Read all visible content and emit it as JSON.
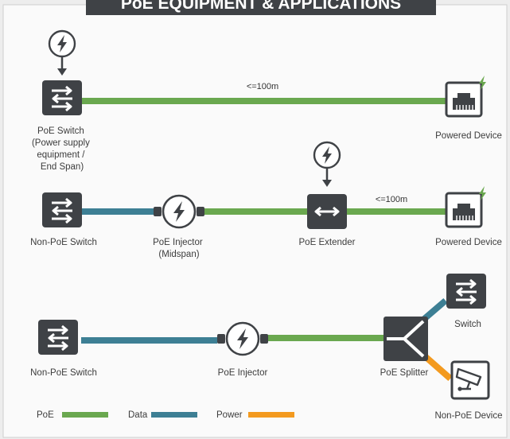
{
  "title": "PoE EQUIPMENT & APPLICATIONS",
  "colors": {
    "poe": "#6aa84f",
    "data": "#3d7f94",
    "power": "#f39a1f",
    "device": "#3f4246",
    "background": "#ededed",
    "card": "#fafafa"
  },
  "row1": {
    "switch_label": [
      "PoE Switch",
      "(Power supply",
      "equipment /",
      "End Span)"
    ],
    "distance": "<=100m",
    "device_label": "Powered Device"
  },
  "row2": {
    "switch_label": "Non-PoE Switch",
    "injector_label": [
      "PoE Injector",
      "(Midspan)"
    ],
    "extender_label": "PoE Extender",
    "distance": "<=100m",
    "device_label": "Powered Device"
  },
  "row3": {
    "switch_label": "Non-PoE Switch",
    "injector_label": "PoE Injector",
    "splitter_label": "PoE Splitter",
    "switch_out_label": "Switch",
    "device_label": "Non-PoE Device"
  },
  "legend": [
    {
      "label": "PoE",
      "color": "poe"
    },
    {
      "label": "Data",
      "color": "data"
    },
    {
      "label": "Power",
      "color": "power"
    }
  ],
  "icons": [
    "lightning-bolt-icon",
    "network-switch-icon",
    "ethernet-port-icon",
    "security-camera-icon",
    "splitter-icon",
    "extender-icon"
  ]
}
